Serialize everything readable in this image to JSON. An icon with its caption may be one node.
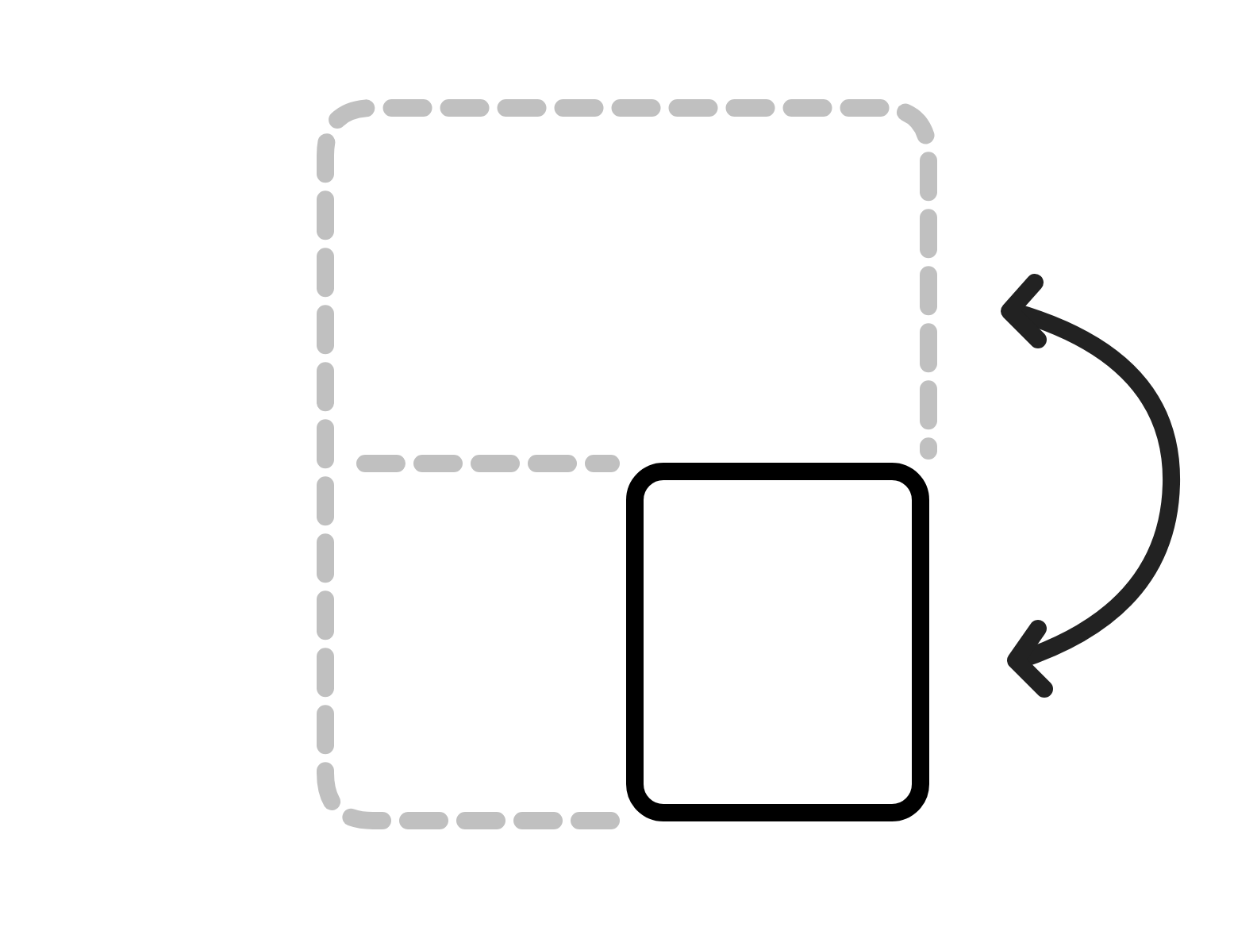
{
  "diagram": {
    "nodes": [
      {
        "text": [],
        "shape": "box"
      },
      {
        "text": [],
        "shape": "box",
        "in": 0
      }
    ]
  }
}
